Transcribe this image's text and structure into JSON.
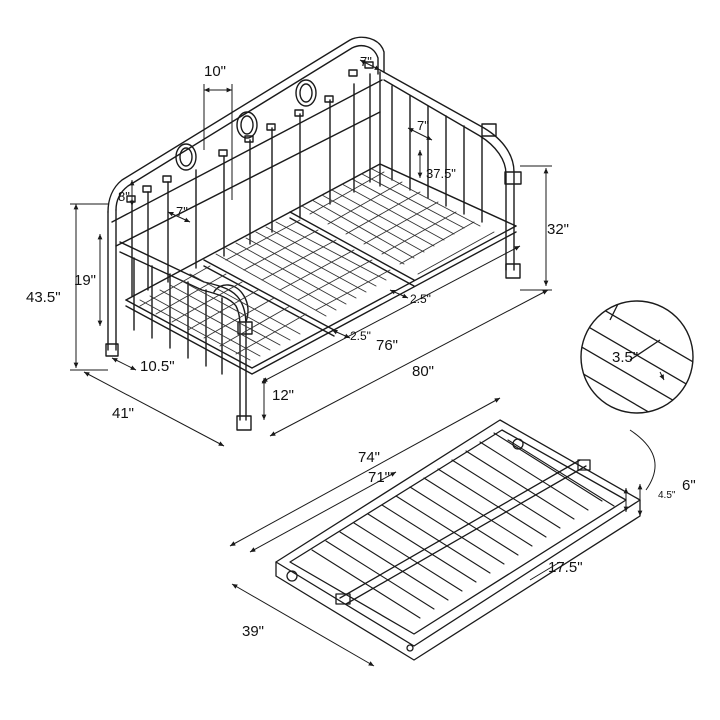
{
  "colors": {
    "line": "#1a1a1a",
    "fill": "#ffffff",
    "mesh": "#333333"
  },
  "daybed": {
    "dimensions": [
      {
        "id": "finial-width",
        "label": "10\""
      },
      {
        "id": "rail-top-gap",
        "label": "7\""
      },
      {
        "id": "rail-side-gap",
        "label": "7\""
      },
      {
        "id": "deck-depth",
        "label": "37.5\""
      },
      {
        "id": "arm-height",
        "label": "32\""
      },
      {
        "id": "knob-gap",
        "label": "8\""
      },
      {
        "id": "spindle-gap",
        "label": "7\""
      },
      {
        "id": "seat-height",
        "label": "19\""
      },
      {
        "id": "total-height",
        "label": "43.5\""
      },
      {
        "id": "support-gap-right",
        "label": "2.5\""
      },
      {
        "id": "support-gap-left",
        "label": "2.5\""
      },
      {
        "id": "deck-length",
        "label": "76\""
      },
      {
        "id": "leg-depth",
        "label": "10.5\""
      },
      {
        "id": "total-length",
        "label": "80\""
      },
      {
        "id": "clearance",
        "label": "12\""
      },
      {
        "id": "total-width",
        "label": "41\""
      }
    ]
  },
  "trundle": {
    "dimensions": [
      {
        "id": "detail-slat-width",
        "label": "3.5\""
      },
      {
        "id": "trundle-outer-length",
        "label": "74\""
      },
      {
        "id": "trundle-inner-length",
        "label": "71\""
      },
      {
        "id": "trundle-height",
        "label": "6\""
      },
      {
        "id": "trundle-inner-height",
        "label": "4.5\""
      },
      {
        "id": "slat-span",
        "label": "17.5\""
      },
      {
        "id": "trundle-width",
        "label": "39\""
      }
    ]
  }
}
